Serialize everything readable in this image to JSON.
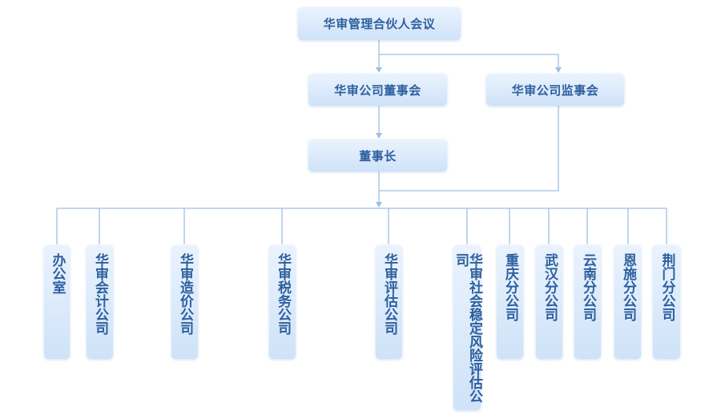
{
  "colors": {
    "box_text": "#2d5f9e",
    "connector": "#9dbfe3",
    "box_fill": "#dbeafb"
  },
  "nodes": {
    "partners_meeting": "华审管理合伙人会议",
    "board_of_directors": "华审公司董事会",
    "board_of_supervisors": "华审公司监事会",
    "chairman": "董事长"
  },
  "departments": [
    "办公室",
    "华审会计公司",
    "华审造价公司",
    "华审税务公司",
    "华审评估公司",
    "华审社会稳定风险评估公司",
    "重庆分公司",
    "武汉分公司",
    "云南分公司",
    "恩施分公司",
    "荆门分公司"
  ]
}
